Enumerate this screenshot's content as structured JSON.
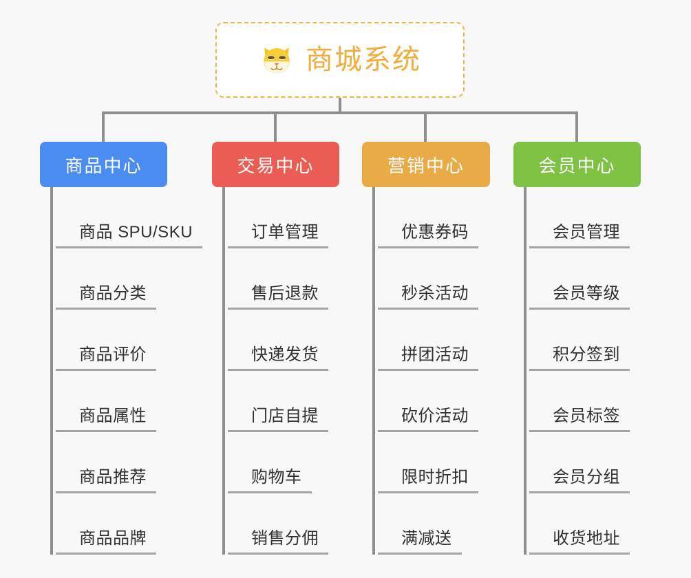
{
  "canvas": {
    "background": "#f8f8f8",
    "connector_color": "#8e8e8e",
    "leaf_line_color": "#a3a3a3"
  },
  "root": {
    "title": "商城系统",
    "icon": "shiba-dog-face-icon",
    "text_color": "#f0ad3c",
    "border_color": "#f0b445",
    "background": "#ffffff"
  },
  "branches": [
    {
      "label": "商品中心",
      "color": "#4a8cf0",
      "items": [
        "商品 SPU/SKU",
        "商品分类",
        "商品评价",
        "商品属性",
        "商品推荐",
        "商品品牌"
      ]
    },
    {
      "label": "交易中心",
      "color": "#e95d55",
      "items": [
        "订单管理",
        "售后退款",
        "快递发货",
        "门店自提",
        "购物车",
        "销售分佣"
      ]
    },
    {
      "label": "营销中心",
      "color": "#e9ab46",
      "items": [
        "优惠券码",
        "秒杀活动",
        "拼团活动",
        "砍价活动",
        "限时折扣",
        "满减送"
      ]
    },
    {
      "label": "会员中心",
      "color": "#7dc242",
      "items": [
        "会员管理",
        "会员等级",
        "积分签到",
        "会员标签",
        "会员分组",
        "收货地址"
      ]
    }
  ]
}
